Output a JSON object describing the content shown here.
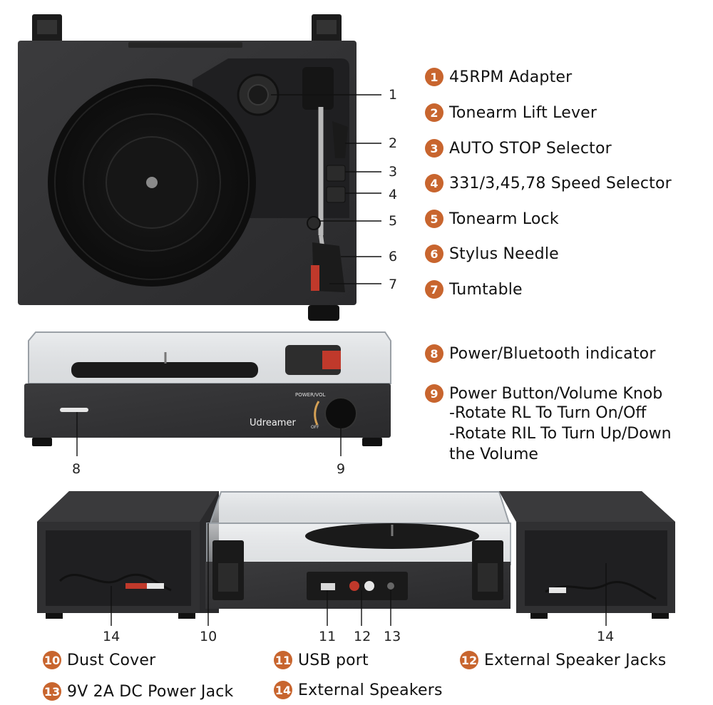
{
  "brand": "Udreamer",
  "panel_label_power": "POWER/VOL",
  "panel_label_off": "OFF",
  "accent_color": "#c8652e",
  "callouts": [
    "1",
    "2",
    "3",
    "4",
    "5",
    "6",
    "7",
    "8",
    "9",
    "10",
    "11",
    "12",
    "13",
    "14",
    "14"
  ],
  "legend_top": [
    {
      "num": "1",
      "text": "45RPM Adapter"
    },
    {
      "num": "2",
      "text": "Tonearm Lift Lever"
    },
    {
      "num": "3",
      "text": "AUTO STOP Selector"
    },
    {
      "num": "4",
      "text": "331/3,45,78 Speed Selector"
    },
    {
      "num": "5",
      "text": "Tonearm Lock"
    },
    {
      "num": "6",
      "text": "Stylus Needle"
    },
    {
      "num": "7",
      "text": "Tumtable"
    },
    {
      "num": "8",
      "text": "Power/Bluetooth indicator"
    }
  ],
  "legend_9": {
    "num": "9",
    "line1": "Power Button/Volume Knob",
    "line2": "-Rotate RL To Turn On/Off",
    "line3": "-Rotate RIL To Turn Up/Down",
    "line4": "the Volume"
  },
  "legend_bottom": [
    {
      "num": "10",
      "text": "Dust Cover"
    },
    {
      "num": "11",
      "text": "USB port"
    },
    {
      "num": "12",
      "text": "External Speaker Jacks"
    },
    {
      "num": "13",
      "text": "9V 2A DC Power Jack"
    },
    {
      "num": "14",
      "text": "External Speakers"
    }
  ]
}
